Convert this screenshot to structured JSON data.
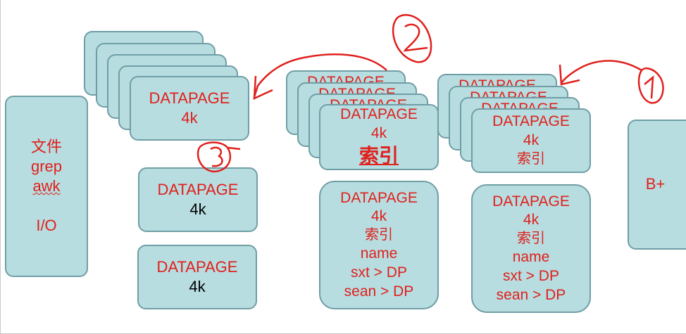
{
  "file_box": {
    "line1": "文件",
    "line2": "grep",
    "line3": "awk",
    "line4": "I/O"
  },
  "btree_box": {
    "label": "B+"
  },
  "datapage_label": "DATAPAGE",
  "size_label": "4k",
  "index_label": "索引",
  "name_label": "name",
  "row1_label": "sxt > DP",
  "row2_label": "sean > DP",
  "annotations": {
    "one": "①",
    "two": "②",
    "three": "③"
  },
  "colors": {
    "box_fill": "#b7dde0",
    "box_border": "#6f9ea5",
    "ink_red": "#e0201c"
  }
}
